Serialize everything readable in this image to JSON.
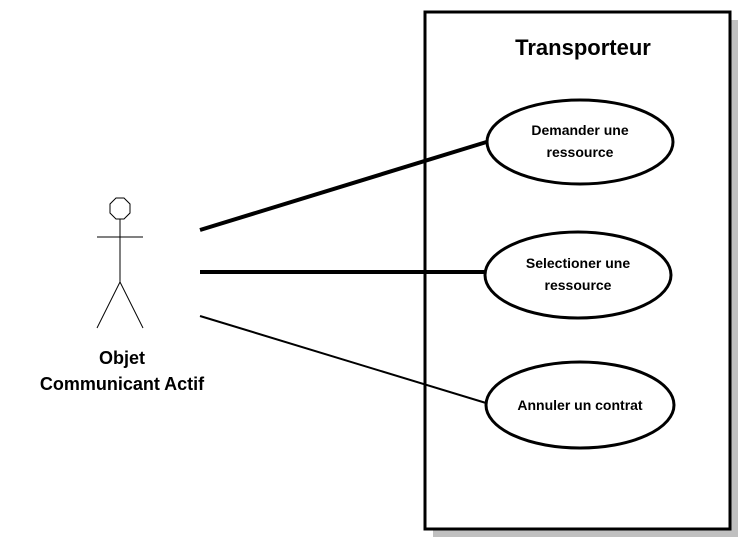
{
  "system": {
    "title": "Transporteur"
  },
  "actor": {
    "name_line1": "Objet",
    "name_line2": "Communicant Actif",
    "icon": "stick-figure-actor"
  },
  "use_cases": [
    {
      "line1": "Demander une",
      "line2": "ressource"
    },
    {
      "line1": "Selectioner une",
      "line2": "ressource"
    },
    {
      "line1": "Annuler un contrat",
      "line2": ""
    }
  ],
  "colors": {
    "stroke": "#000000",
    "ellipse_fill": "#ffffff",
    "shadow": "#c0c0c0",
    "background": "#ffffff"
  }
}
